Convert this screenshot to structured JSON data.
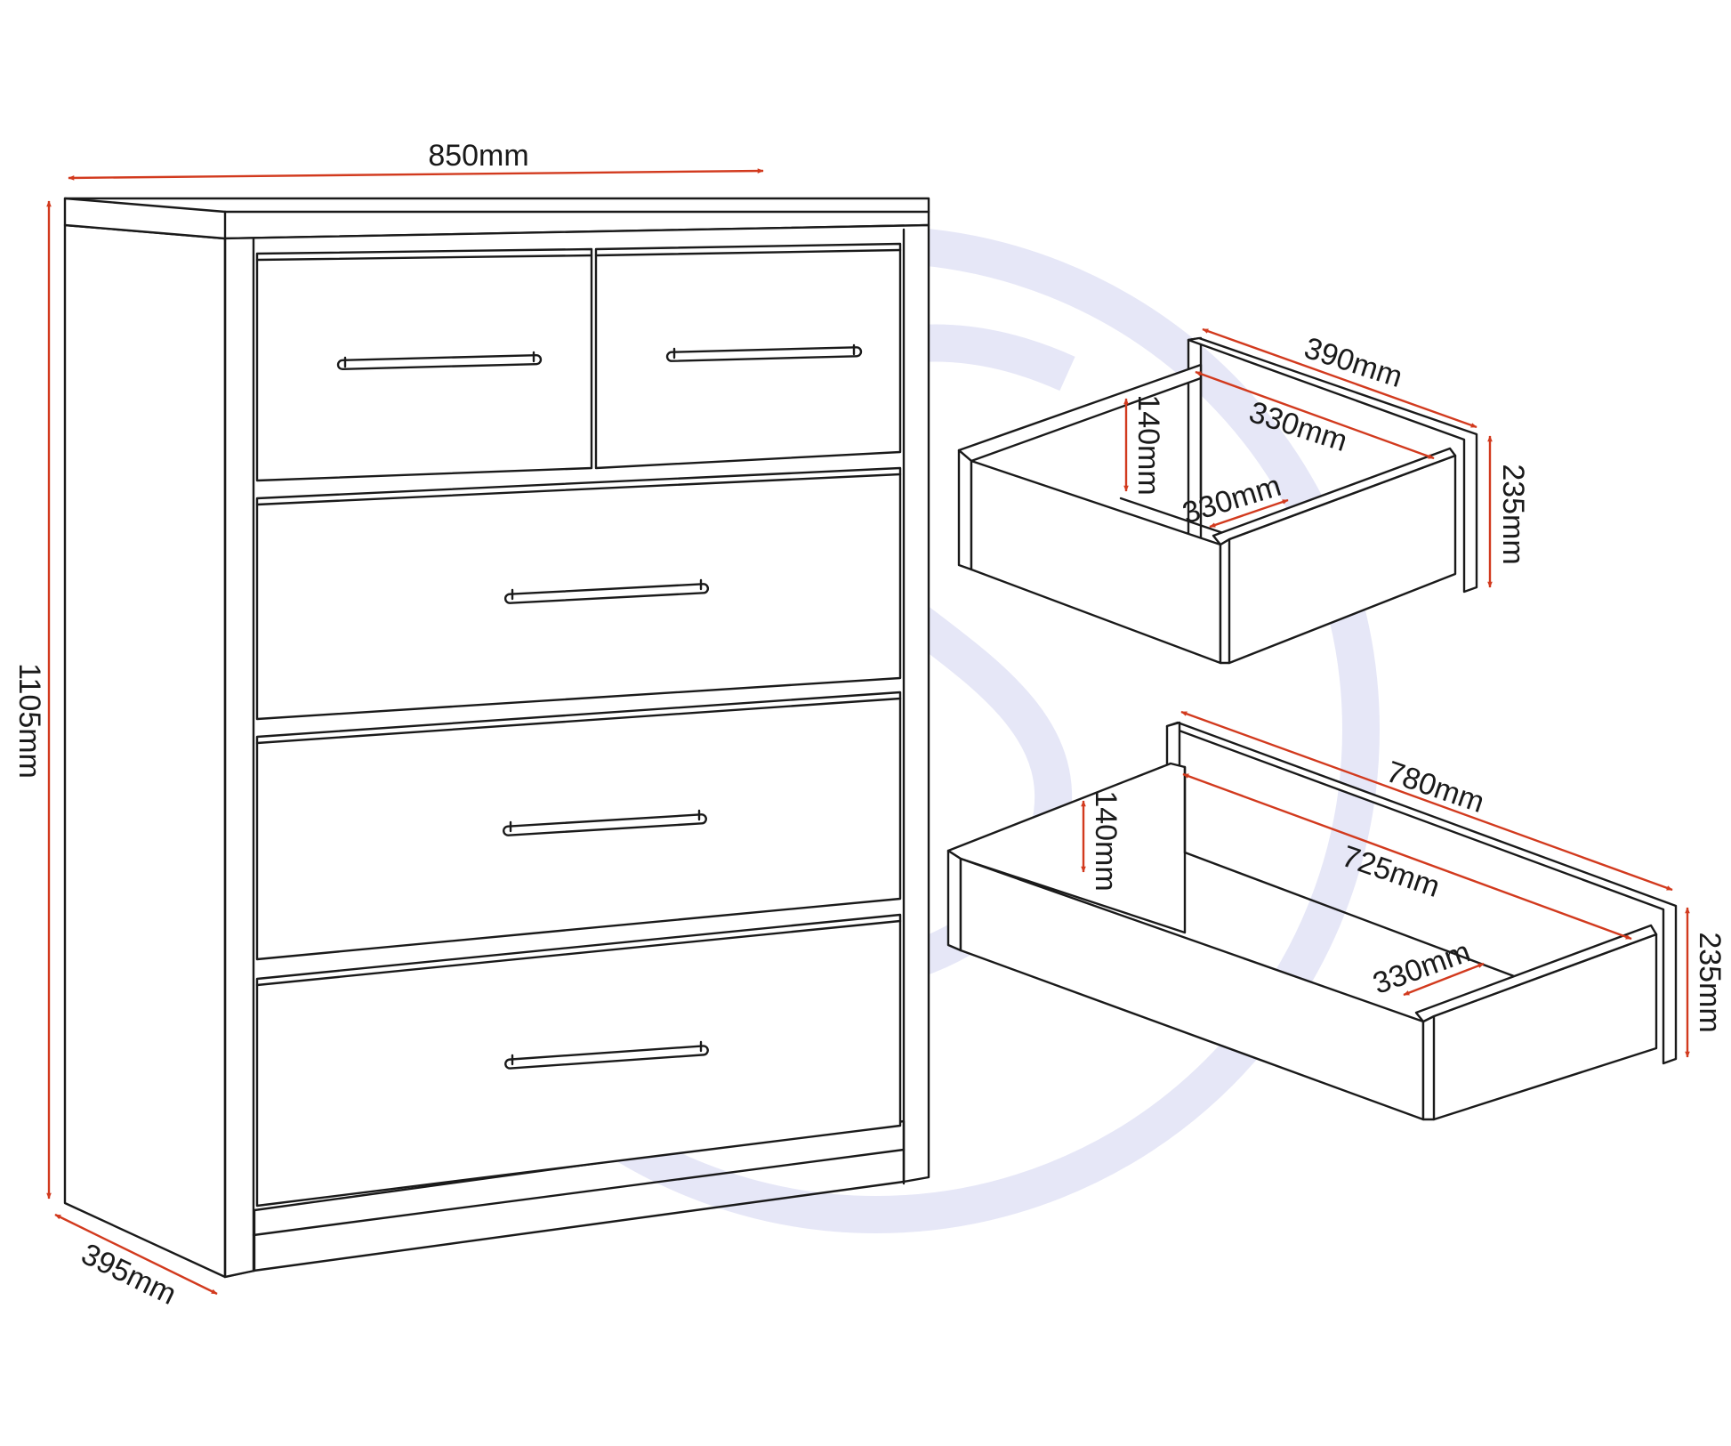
{
  "colors": {
    "dimension_arrow": "#d23a1e",
    "outline": "#1a1a1a",
    "watermark": "#e6e7f7"
  },
  "chest": {
    "width_label": "850mm",
    "height_label": "1105mm",
    "depth_label": "395mm"
  },
  "small_drawer": {
    "outer_width_label": "390mm",
    "inner_width_label": "330mm",
    "inner_height_label": "140mm",
    "inner_depth_label": "330mm",
    "front_height_label": "235mm"
  },
  "large_drawer": {
    "outer_width_label": "780mm",
    "inner_width_label": "725mm",
    "inner_height_label": "140mm",
    "inner_depth_label": "330mm",
    "front_height_label": "235mm"
  }
}
